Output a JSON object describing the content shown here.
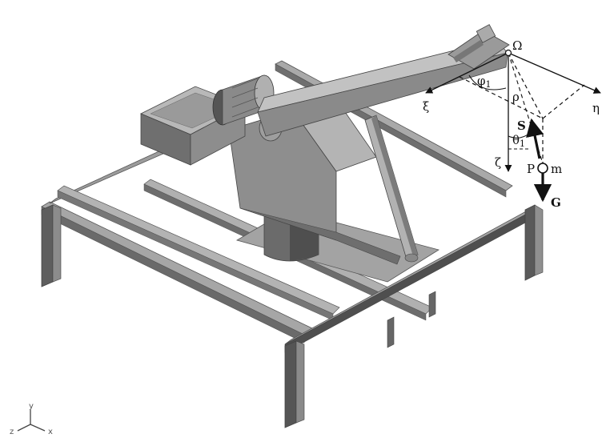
{
  "labels": {
    "omega": "Ω",
    "xi": "ξ",
    "eta": "η",
    "zeta": "ζ",
    "rho": "ρ",
    "phi": "φ",
    "phi_sub": "1",
    "theta": "θ",
    "theta_sub": "1",
    "force_s": "S",
    "point_p": "P",
    "mass_m": "m",
    "force_g": "G"
  },
  "axis_triad": {
    "y": "y",
    "x": "x",
    "z": "z"
  },
  "colors": {
    "steel_light": "#b9b9b9",
    "steel_mid": "#8e8e8e",
    "steel_dark": "#5a5a5a",
    "ink": "#111111"
  }
}
